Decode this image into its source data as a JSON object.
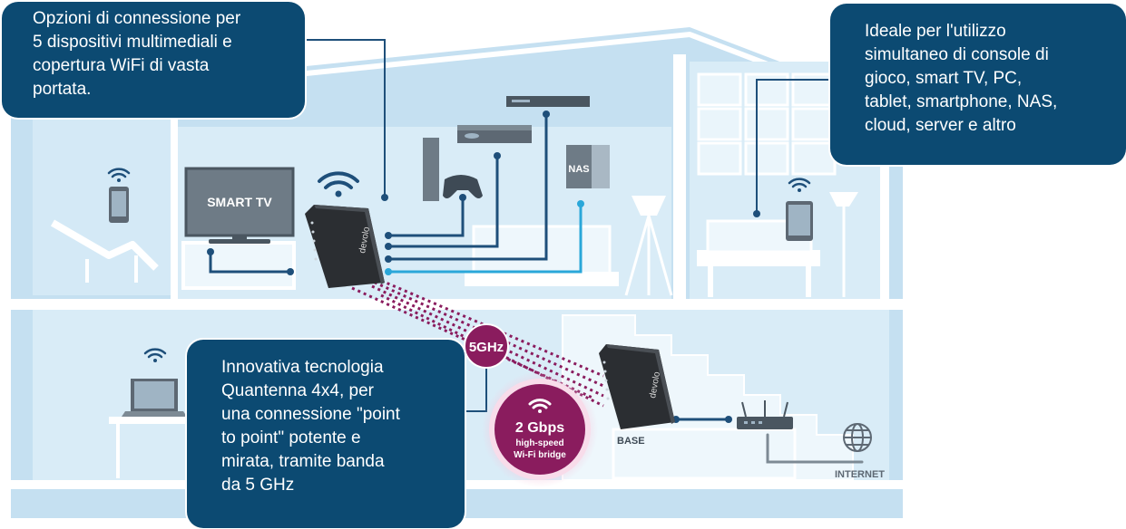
{
  "callouts": {
    "top_left": {
      "lines": [
        "Opzioni di connessione per",
        "5 dispositivi multimediali e",
        "copertura WiFi di vasta",
        "portata."
      ]
    },
    "top_right": {
      "lines": [
        "Ideale per l'utilizzo",
        "simultaneo di console di",
        "gioco, smart TV, PC,",
        "tablet, smartphone, NAS,",
        "cloud, server e altro"
      ]
    },
    "bottom_middle": {
      "lines": [
        "Innovativa tecnologia",
        "Quantenna 4x4, per",
        "una connessione \"point",
        "to point\" potente e",
        "mirata, tramite banda",
        "da 5 GHz"
      ]
    }
  },
  "labels": {
    "smart_tv": "SMART TV",
    "nas": "NAS",
    "band": "5GHz",
    "bridge_speed": "2 Gbps",
    "bridge_line1": "high-speed",
    "bridge_line2": "Wi-Fi bridge",
    "base": "BASE",
    "internet": "INTERNET",
    "brand": "devolo"
  },
  "colors": {
    "house": "#c5e0f1",
    "house_dark": "#a9cfe9",
    "wall_line": "#ffffff",
    "callout": "#0c4a72",
    "cable": "#1e4f7a",
    "cable_light": "#2aa7d9",
    "accent": "#8a1c5e"
  },
  "icons": [
    "wifi-icon",
    "globe-icon",
    "smartphone-icon",
    "tablet-icon",
    "laptop-icon",
    "router-icon"
  ]
}
